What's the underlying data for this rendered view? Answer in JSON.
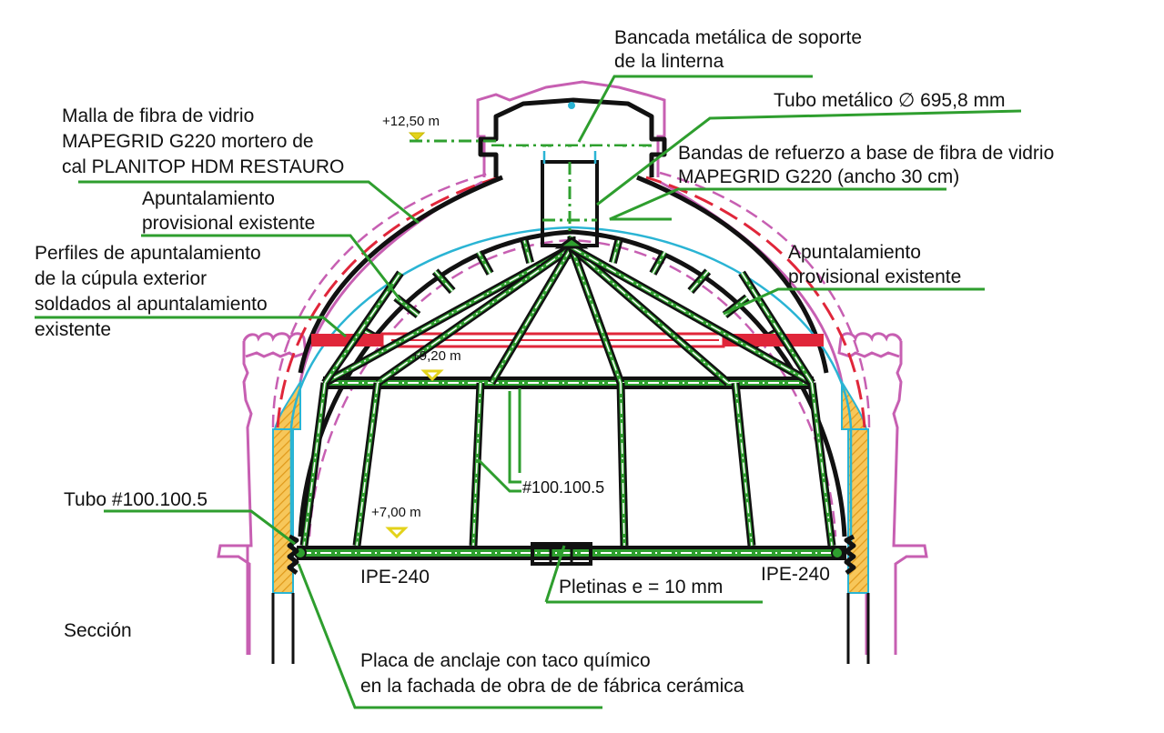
{
  "labels": {
    "bancada": [
      "Bancada metálica de soporte",
      "de la linterna"
    ],
    "tubo_metalico": "Tubo metálico ∅ 695,8 mm",
    "malla": [
      "Malla de fibra de vidrio",
      "MAPEGRID G220   mortero de",
      "cal PLANITOP HDM RESTAURO"
    ],
    "bandas": [
      "Bandas de refuerzo a base de fibra de vidrio",
      "MAPEGRID G220 (ancho 30 cm)"
    ],
    "apuntalamiento_izq": [
      "Apuntalamiento",
      "provisional existente"
    ],
    "apuntalamiento_der": [
      "Apuntalamiento",
      "provisional existente"
    ],
    "perfiles": [
      "Perfiles de apuntalamiento",
      "de la cúpula exterior",
      "soldados al apuntalamiento",
      "existente"
    ],
    "tubo_100": "Tubo #100.100.5",
    "tubo_100_center": "#100.100.5",
    "ipe_left": "IPE-240",
    "ipe_right": "IPE-240",
    "pletinas": "Pletinas e = 10 mm",
    "seccion": "Sección",
    "placa": [
      "Placa de anclaje con taco químico",
      "en la fachada de obra de de fábrica cerámica"
    ]
  },
  "levels": {
    "top": "+12,50 m",
    "mid": "+9,20 m",
    "low": "+7,00 m"
  },
  "colors": {
    "structure": "#111111",
    "reinforcement": "#2fa02f",
    "leader": "#2e9e2e",
    "existing_wall": "#c75fb2",
    "mesh": "#e0263a",
    "inner_line": "#2ab4d4",
    "masonry": "#f3b83c",
    "level_marker": "#e3d21a"
  }
}
